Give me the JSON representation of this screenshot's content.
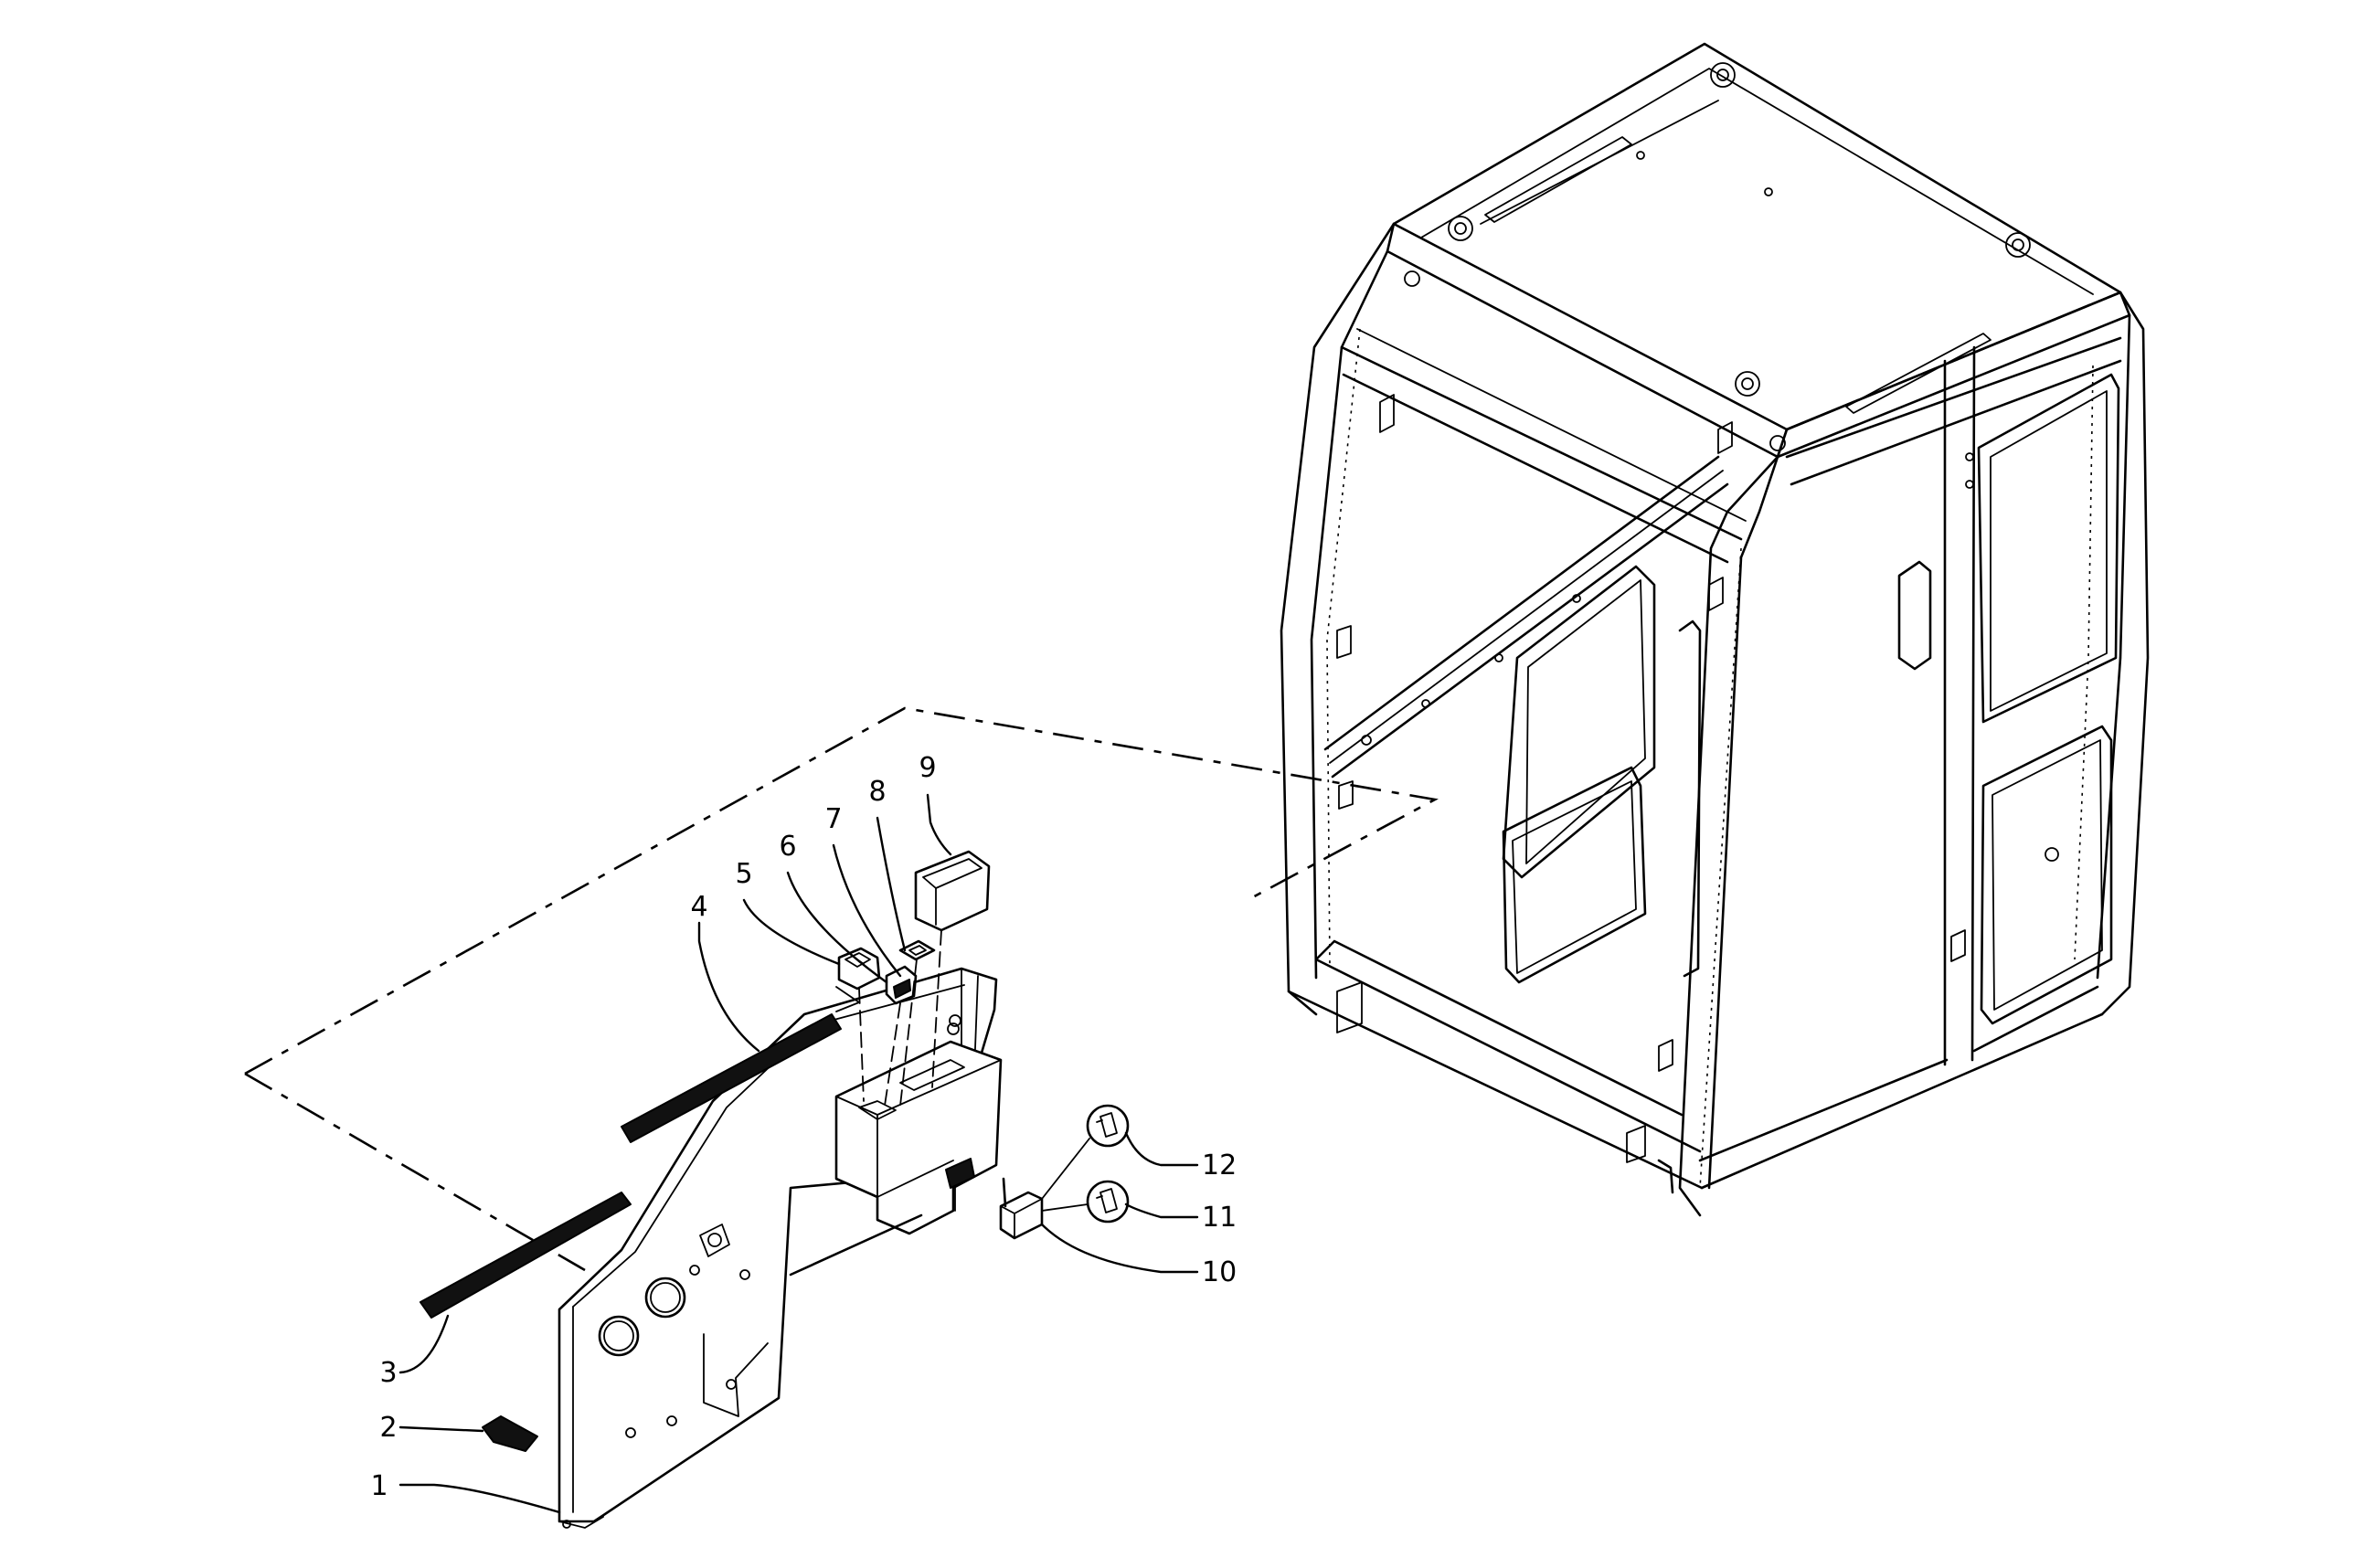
{
  "diagram": {
    "labels": [
      "1",
      "2",
      "3",
      "4",
      "5",
      "6",
      "7",
      "8",
      "9",
      "10",
      "11",
      "12"
    ]
  },
  "colors": {
    "line": "#000000",
    "background": "#ffffff"
  }
}
